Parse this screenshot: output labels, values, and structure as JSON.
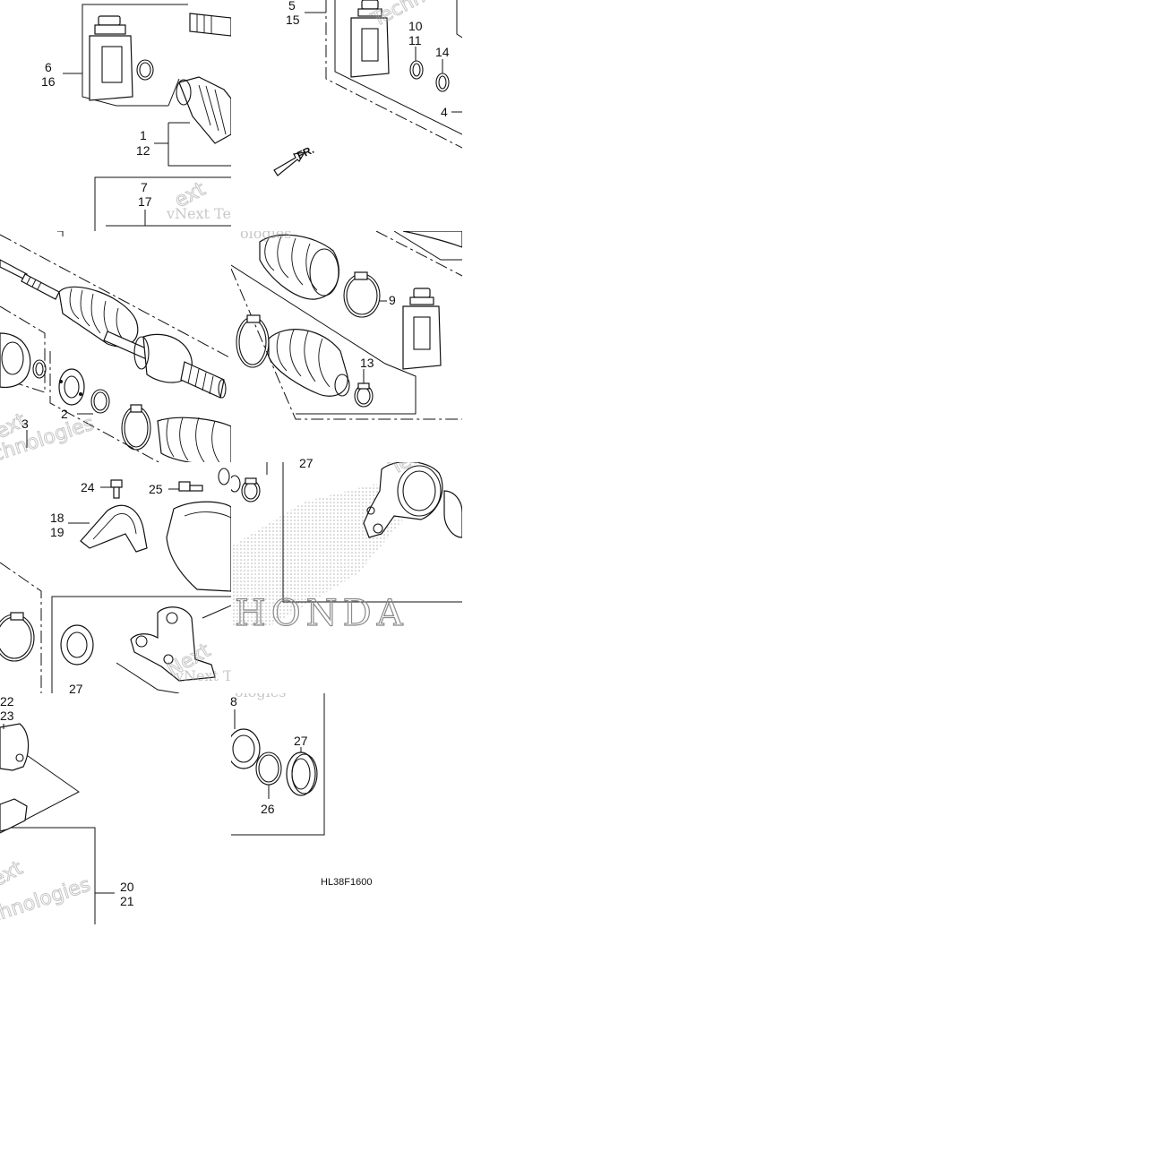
{
  "diagram": {
    "callouts": [
      {
        "id": "c-5-15",
        "lines": [
          "5",
          "15"
        ]
      },
      {
        "id": "c-10-11",
        "lines": [
          "10",
          "11"
        ]
      },
      {
        "id": "c-14",
        "lines": [
          "14"
        ]
      },
      {
        "id": "c-4",
        "lines": [
          "4"
        ]
      },
      {
        "id": "c-6-16",
        "lines": [
          "6",
          "16"
        ]
      },
      {
        "id": "c-1-12",
        "lines": [
          "1",
          "12"
        ]
      },
      {
        "id": "c-7-17",
        "lines": [
          "7",
          "17"
        ]
      },
      {
        "id": "c-2",
        "lines": [
          "2"
        ]
      },
      {
        "id": "c-9",
        "lines": [
          "9"
        ]
      },
      {
        "id": "c-13",
        "lines": [
          "13"
        ]
      },
      {
        "id": "c-3",
        "lines": [
          "3"
        ]
      },
      {
        "id": "c-24",
        "lines": [
          "24"
        ]
      },
      {
        "id": "c-25",
        "lines": [
          "25"
        ]
      },
      {
        "id": "c-18-19",
        "lines": [
          "18",
          "19"
        ]
      },
      {
        "id": "c-27-a",
        "lines": [
          "27"
        ]
      },
      {
        "id": "c-27-b",
        "lines": [
          "27"
        ]
      },
      {
        "id": "c-27-c",
        "lines": [
          "27"
        ]
      },
      {
        "id": "c-22-23",
        "lines": [
          "22",
          "23"
        ]
      },
      {
        "id": "c-8",
        "lines": [
          "8"
        ]
      },
      {
        "id": "c-26",
        "lines": [
          "26"
        ]
      },
      {
        "id": "c-20-21",
        "lines": [
          "20",
          "21"
        ]
      }
    ],
    "direction_marker": "FR.",
    "diagram_code": "HL38F1600",
    "watermarks": [
      "vNext Tec",
      "Technol",
      "ologies",
      "ext",
      "chnologies",
      "ies",
      "vNext Tec",
      "Next",
      "Techno",
      "ext",
      "chnologies"
    ],
    "brand_mark": "HONDA"
  }
}
